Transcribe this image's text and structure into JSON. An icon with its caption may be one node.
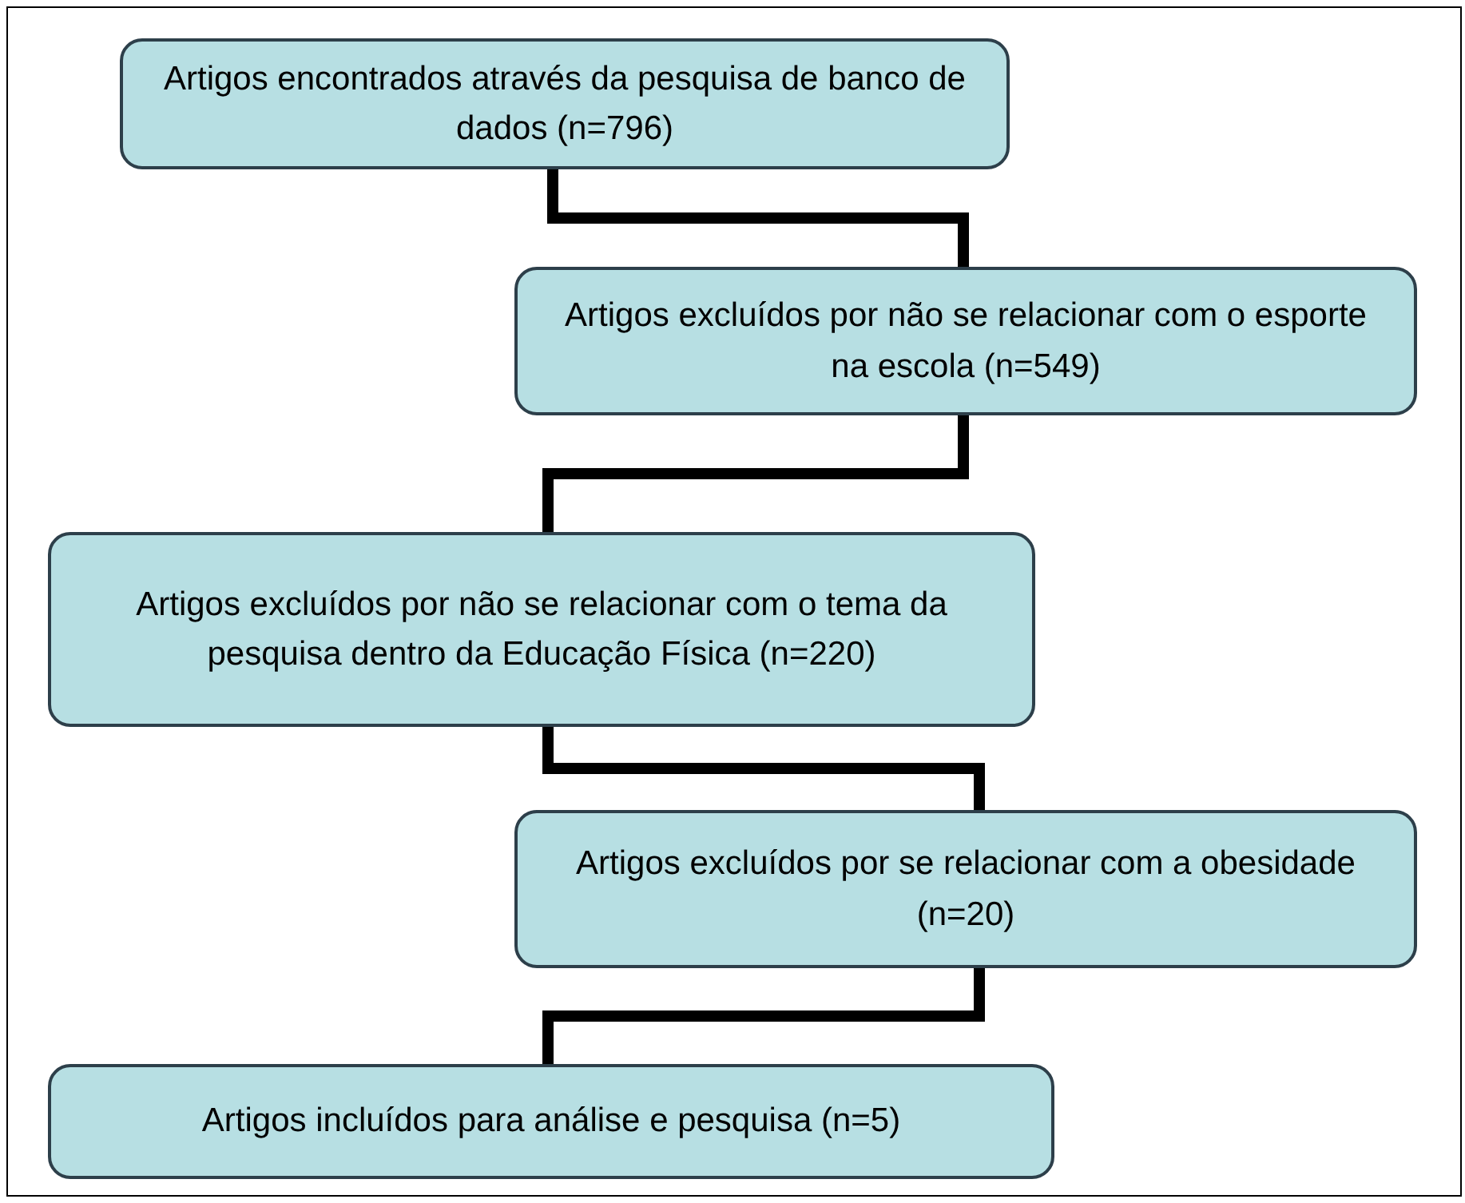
{
  "diagram": {
    "nodes": [
      {
        "text": [
          "Artigos encontrados através da pesquisa de banco de dados (n=796)"
        ]
      },
      {
        "text": [
          "Artigos excluídos por não se relacionar com o esporte na escola (n=549)"
        ]
      },
      {
        "text": [
          "Artigos excluídos por não se relacionar com o tema da pesquisa dentro da Educação Física (n=220)"
        ]
      },
      {
        "text": [
          "Artigos excluídos por se relacionar com a obesidade (n=20)"
        ]
      },
      {
        "text": [
          "Artigos incluídos para análise e pesquisa (n=5)"
        ]
      }
    ],
    "edges": [
      {
        "from": 0,
        "to": 1,
        "arrow": "none"
      },
      {
        "from": 1,
        "to": 2,
        "arrow": "none"
      },
      {
        "from": 2,
        "to": 3,
        "arrow": "none"
      },
      {
        "from": 3,
        "to": 4,
        "arrow": "none"
      }
    ]
  }
}
